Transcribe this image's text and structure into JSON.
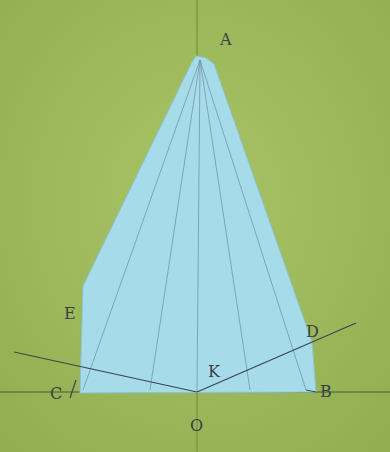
{
  "diagram": {
    "labels": [
      "A",
      "E",
      "D",
      "K",
      "C",
      "B",
      "O"
    ]
  }
}
